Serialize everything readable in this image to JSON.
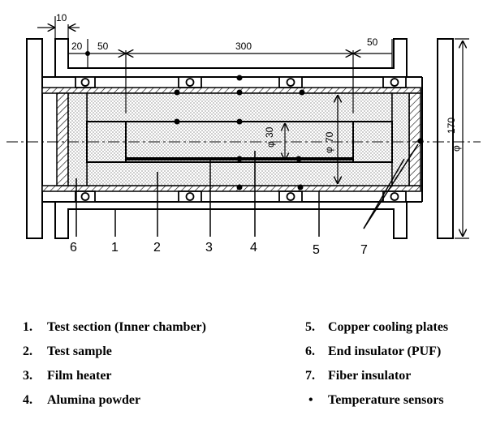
{
  "dimensions": {
    "d10": "10",
    "d20": "20",
    "d50_left": "50",
    "d300": "300",
    "d50_right": "50",
    "d170": "170",
    "d70": "70",
    "d30": "30",
    "phi": "φ"
  },
  "callouts": [
    "6",
    "1",
    "2",
    "3",
    "4",
    "5",
    "7"
  ],
  "legend": {
    "left": [
      {
        "num": "1.",
        "text": "Test section (Inner chamber)"
      },
      {
        "num": "2.",
        "text": "Test sample"
      },
      {
        "num": "3.",
        "text": "Film heater"
      },
      {
        "num": "4.",
        "text": "Alumina powder"
      }
    ],
    "right": [
      {
        "num": "5.",
        "text": "Copper cooling plates"
      },
      {
        "num": "6.",
        "text": "End insulator (PUF)"
      },
      {
        "num": "7.",
        "text": "Fiber insulator"
      },
      {
        "num": "•",
        "text": "Temperature sensors"
      }
    ]
  }
}
